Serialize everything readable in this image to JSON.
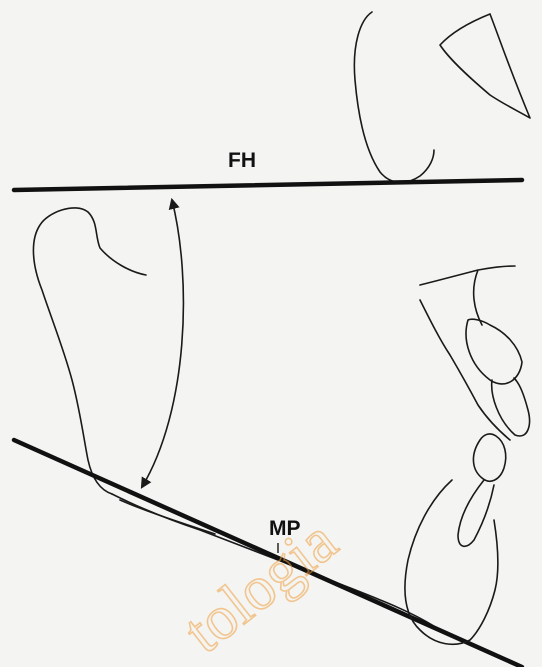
{
  "labels": {
    "fh": "FH",
    "mp": "MP"
  },
  "watermark": "tologia",
  "colors": {
    "line": "#111111",
    "watermark": "#f0a040",
    "background": "#f4f4f2"
  }
}
